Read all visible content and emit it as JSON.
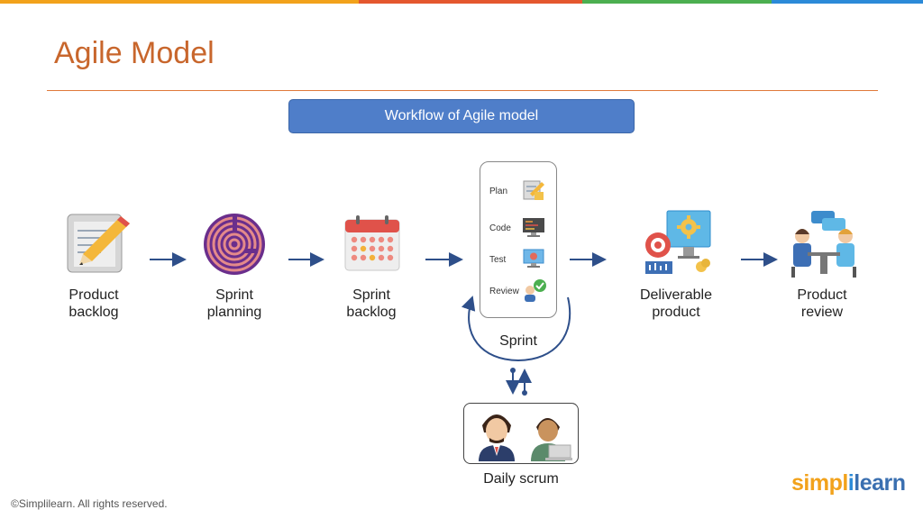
{
  "header": {
    "title": "Agile Model"
  },
  "banner": {
    "text": "Workflow of Agile model"
  },
  "stages": [
    {
      "label_line1": "Product",
      "label_line2": "backlog",
      "icon": "notepad-pencil-icon"
    },
    {
      "label_line1": "Sprint",
      "label_line2": "planning",
      "icon": "maze-icon"
    },
    {
      "label_line1": "Sprint",
      "label_line2": "backlog",
      "icon": "calendar-icon"
    },
    {
      "label_line1": "Deliverable",
      "label_line2": "product",
      "icon": "monitor-gear-icon"
    },
    {
      "label_line1": "Product",
      "label_line2": "review",
      "icon": "meeting-icon"
    }
  ],
  "sprint": {
    "label": "Sprint",
    "steps": [
      {
        "label": "Plan",
        "icon": "plan-pencil-icon"
      },
      {
        "label": "Code",
        "icon": "code-screen-icon"
      },
      {
        "label": "Test",
        "icon": "test-monitor-icon"
      },
      {
        "label": "Review",
        "icon": "review-check-icon"
      }
    ]
  },
  "scrum": {
    "label": "Daily scrum"
  },
  "footer": {
    "copyright": "©Simplilearn. All rights reserved."
  },
  "logo": {
    "part1": "simpl",
    "part2": "i",
    "part3": "learn"
  },
  "colors": {
    "title": "#c8662c",
    "banner": "#4f7ec9",
    "arrow": "#2e4f8a",
    "topbar": [
      "#f2a21b",
      "#e4572e",
      "#4caf50",
      "#2b8ad8"
    ]
  }
}
